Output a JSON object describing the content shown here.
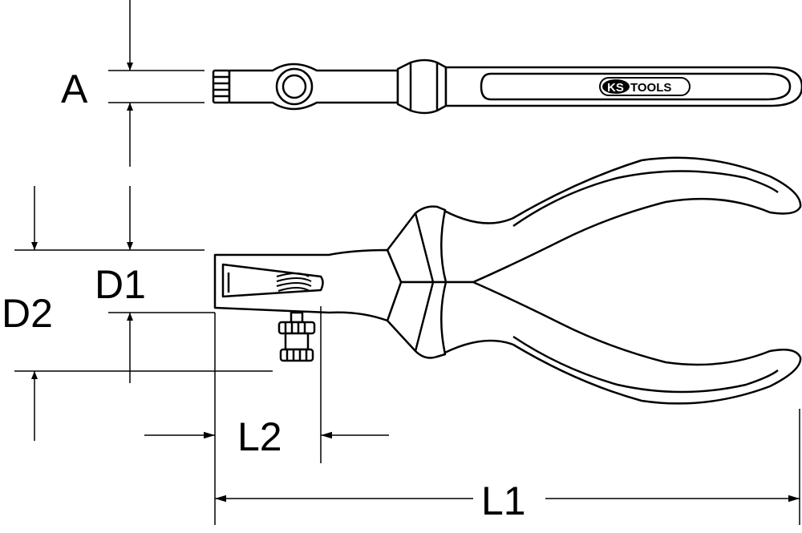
{
  "labels": {
    "a": "A",
    "d1": "D1",
    "d2": "D2",
    "l1": "L1",
    "l2": "L2"
  },
  "logo": {
    "ks": "KS",
    "tools": "TOOLS"
  },
  "colors": {
    "stroke": "#000000",
    "fill": "#ffffff"
  }
}
